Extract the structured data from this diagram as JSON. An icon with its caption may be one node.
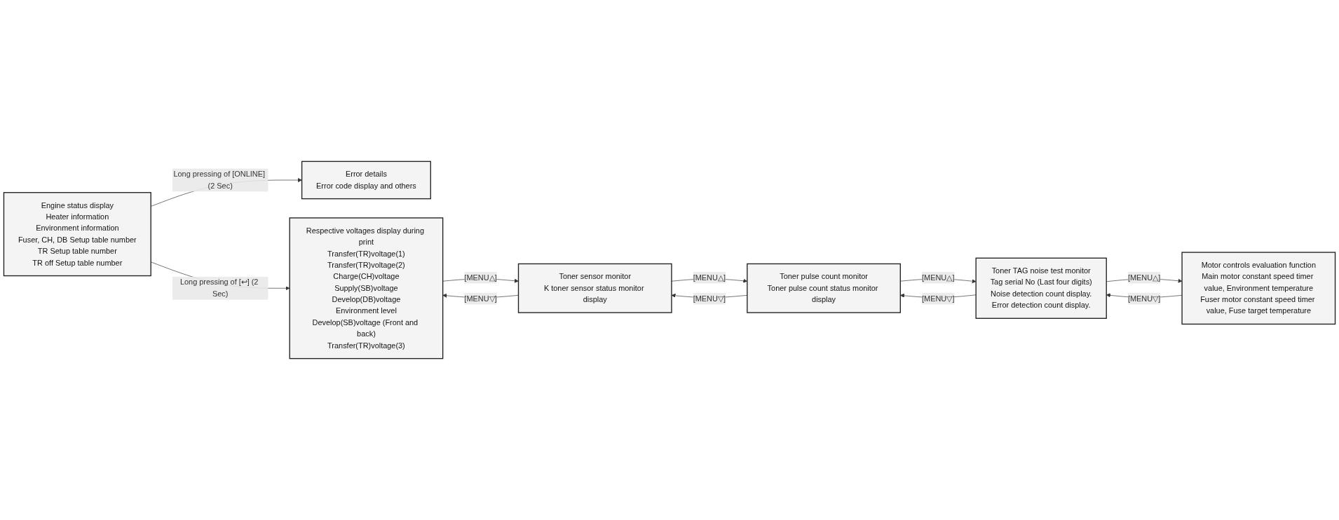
{
  "diagram": {
    "nodes": [
      {
        "text": [
          "Engine status display",
          "Heater information",
          "Environment information",
          "Fuser, CH, DB Setup table number",
          "TR Setup table number",
          "TR off Setup table number"
        ]
      },
      {
        "text": [
          "Error details",
          "Error code display and others"
        ]
      },
      {
        "text": [
          "Respective voltages display during print",
          "Transfer(TR)voltage(1)",
          "Transfer(TR)voltage(2)",
          "Charge(CH)voltage",
          "Supply(SB)voltage",
          "Develop(DB)voltage",
          "Environment level",
          "Develop(SB)voltage (Front and back)",
          "Transfer(TR)voltage(3)"
        ]
      },
      {
        "text": [
          "Toner sensor monitor",
          "K toner sensor status monitor display"
        ]
      },
      {
        "text": [
          "Toner pulse count monitor",
          "Toner pulse count status monitor display"
        ]
      },
      {
        "text": [
          "Toner TAG noise test monitor",
          "Tag serial No (Last four digits)",
          "Noise detection count display.",
          "Error detection count display."
        ]
      },
      {
        "text": [
          "Motor controls evaluation function",
          "Main motor constant speed timer value, Environment temperature",
          "Fuser motor constant speed timer value, Fuse target temperature"
        ]
      }
    ],
    "edges": [
      {
        "from": 0,
        "to": 2,
        "arrow": "to",
        "label": "Long pressing of [↩] (2 Sec)"
      },
      {
        "from": 0,
        "to": 1,
        "arrow": "to",
        "label": "Long pressing of [ONLINE] (2 Sec)"
      },
      {
        "from": 2,
        "to": 3,
        "arrow": "to",
        "label": "[MENU△]"
      },
      {
        "from": 3,
        "to": 2,
        "arrow": "to",
        "label": "[MENU▽]"
      },
      {
        "from": 3,
        "to": 4,
        "arrow": "to",
        "label": "[MENU△]"
      },
      {
        "from": 4,
        "to": 3,
        "arrow": "to",
        "label": "[MENU▽]"
      },
      {
        "from": 4,
        "to": 5,
        "arrow": "to",
        "label": "[MENU△]"
      },
      {
        "from": 5,
        "to": 4,
        "arrow": "to",
        "label": "[MENU▽]"
      },
      {
        "from": 5,
        "to": 6,
        "arrow": "to",
        "label": "[MENU△]"
      },
      {
        "from": 6,
        "to": 5,
        "arrow": "to",
        "label": "[MENU▽]"
      }
    ]
  }
}
